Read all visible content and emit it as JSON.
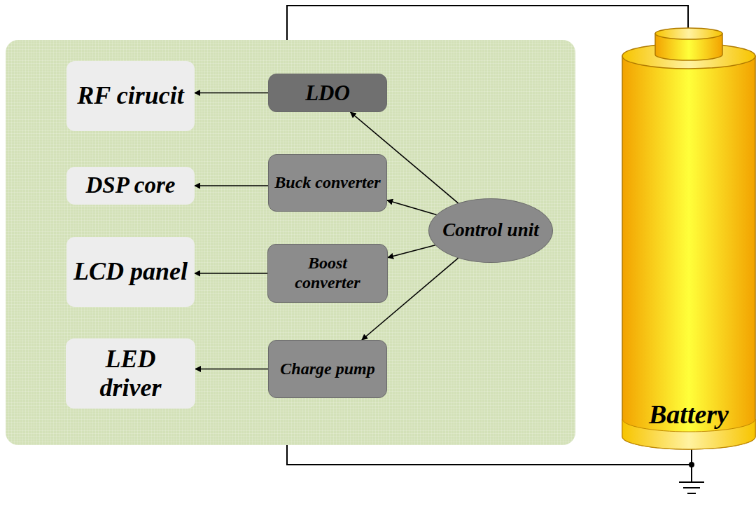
{
  "diagram": {
    "nodes": [
      {
        "text": [
          "RF cirucit"
        ]
      },
      {
        "text": [
          "LDO"
        ]
      },
      {
        "text": [
          "DSP core"
        ]
      },
      {
        "text": [
          "Buck converter"
        ]
      },
      {
        "text": [
          "LCD panel"
        ]
      },
      {
        "text": [
          "Boost converter"
        ]
      },
      {
        "text": [
          "LED driver"
        ]
      },
      {
        "text": [
          "Charge pump"
        ]
      },
      {
        "text": [
          "Control unit"
        ]
      },
      {
        "text": [
          "Battery"
        ]
      }
    ],
    "edges": [
      {
        "from": 1,
        "to": 0,
        "arrow": "to"
      },
      {
        "from": 3,
        "to": 2,
        "arrow": "to"
      },
      {
        "from": 5,
        "to": 4,
        "arrow": "to"
      },
      {
        "from": 7,
        "to": 6,
        "arrow": "to"
      },
      {
        "from": 8,
        "to": 1,
        "arrow": "to"
      },
      {
        "from": 8,
        "to": 3,
        "arrow": "to"
      },
      {
        "from": 8,
        "to": 5,
        "arrow": "to"
      },
      {
        "from": 8,
        "to": 7,
        "arrow": "to"
      }
    ]
  }
}
